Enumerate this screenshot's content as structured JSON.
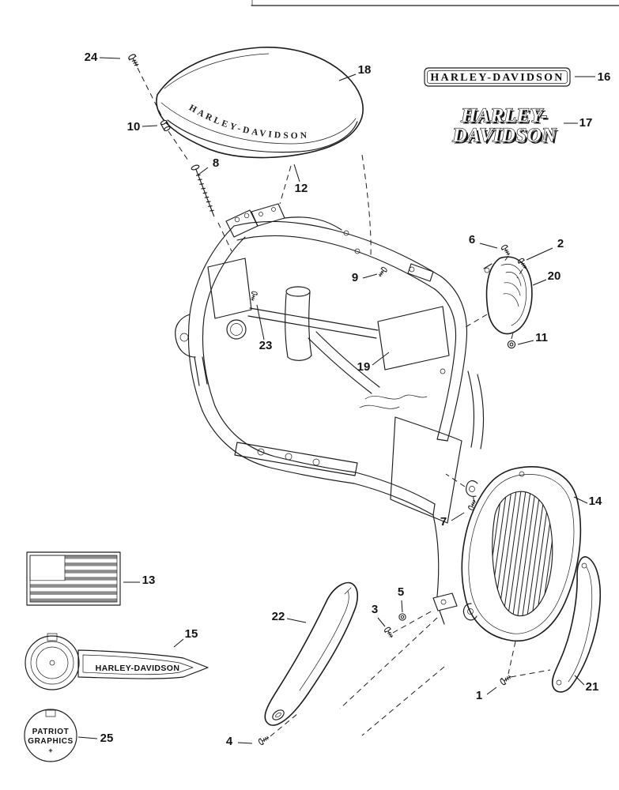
{
  "page": {
    "background": "#ffffff",
    "ink": "#1c1c1c"
  },
  "callouts": {
    "c1": "1",
    "c2": "2",
    "c3": "3",
    "c4": "4",
    "c5": "5",
    "c6": "6",
    "c7": "7",
    "c8": "8",
    "c9": "9",
    "c10": "10",
    "c11": "11",
    "c12": "12",
    "c13": "13",
    "c14": "14",
    "c15": "15",
    "c16": "16",
    "c17": "17",
    "c18": "18",
    "c19": "19",
    "c20": "20",
    "c21": "21",
    "c22": "22",
    "c23": "23",
    "c24": "24",
    "c25": "25"
  },
  "artwork": {
    "tank_lettering": "HARLEY-DAVIDSON",
    "badge_text": "HARLEY-DAVIDSON",
    "logo_line1": "HARLEY-",
    "logo_line2": "DAVIDSON",
    "key_decal_text": "HARLEY-DAVIDSON",
    "patriot_line1": "PATRIOT",
    "patriot_line2": "GRAPHICS",
    "patriot_plus": "+"
  }
}
